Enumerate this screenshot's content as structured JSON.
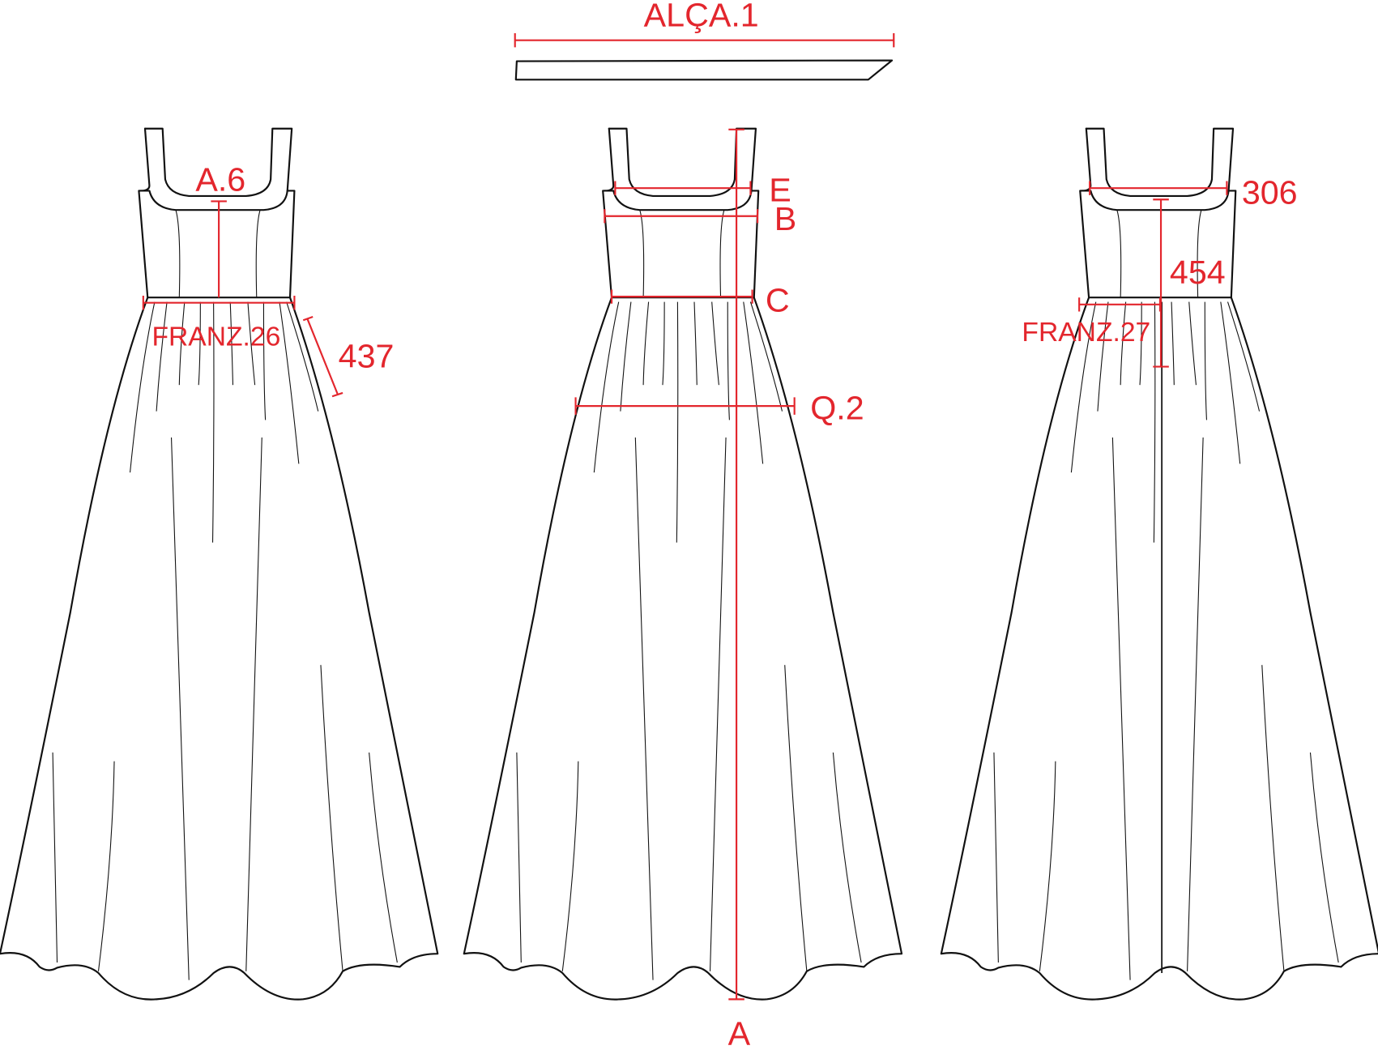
{
  "title": "Dress technical flat with measurement points",
  "accent_color": "#e3262d",
  "line_color": "#111111",
  "views": [
    {
      "name": "front",
      "labels": {
        "neck_drop": "A.6",
        "gather": "FRANZ.26",
        "skirt_seam": "437"
      }
    },
    {
      "name": "side-measure",
      "labels": {
        "neck_width": "E",
        "chest": "B",
        "waist": "C",
        "hip": "Q.2",
        "length": "A"
      }
    },
    {
      "name": "back",
      "labels": {
        "neck_width": "306",
        "bodice_length": "454",
        "gather": "FRANZ.27"
      }
    }
  ],
  "strap": {
    "label": "ALÇA.1"
  }
}
